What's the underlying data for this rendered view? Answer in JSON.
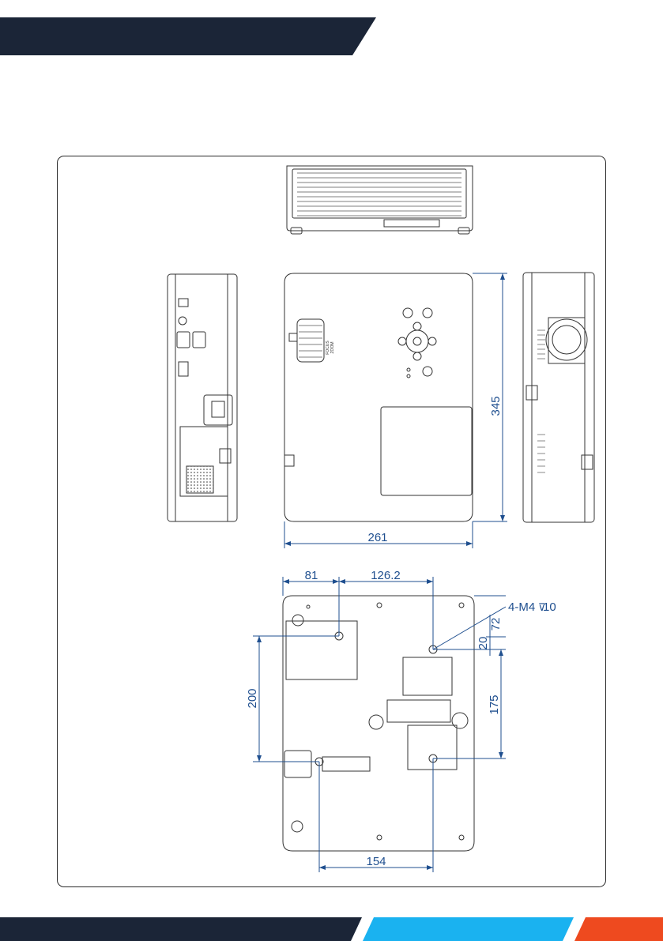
{
  "colors": {
    "navy": "#1b2537",
    "cyan": "#1ab2f0",
    "orange": "#ee4a1f",
    "dimension_blue": "#1f4f8f",
    "line": "#333333"
  },
  "views": {
    "left_side": {
      "labels": []
    },
    "top": {
      "focus_label": "FOCUS",
      "zoom_label": "ZOOM"
    }
  },
  "dimensions": {
    "width": "261",
    "depth": "345",
    "bottom_left_offset": "81",
    "bottom_top_span": "126.2",
    "screw_label": "4-M4",
    "screw_depth": "10",
    "front_offset_72": "72",
    "front_offset_20": "20",
    "right_span": "175",
    "left_span": "200",
    "bottom_span": "154"
  }
}
